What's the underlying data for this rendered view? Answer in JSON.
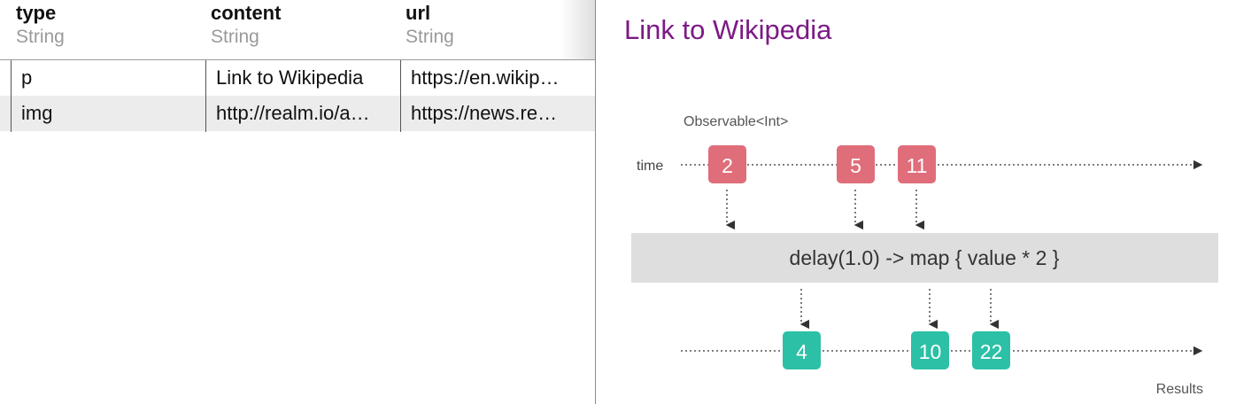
{
  "table": {
    "columns": [
      {
        "name": "type",
        "type": "String"
      },
      {
        "name": "content",
        "type": "String"
      },
      {
        "name": "url",
        "type": "String"
      }
    ],
    "rows": [
      {
        "type": "p",
        "content": "Link to Wikipedia",
        "url": "https://en.wikip…"
      },
      {
        "type": "img",
        "content": "http://realm.io/a…",
        "url": "https://news.re…"
      }
    ]
  },
  "preview": {
    "title": "Link to Wikipedia",
    "title_color": "#7d1a86",
    "diagram": {
      "top_label": "Observable<Int>",
      "time_label": "time",
      "operator": "delay(1.0) -> map { value * 2 }",
      "bottom_label": "Results",
      "input_color": "#e06d7a",
      "output_color": "#2cc0a6",
      "inputs": [
        "2",
        "5",
        "11"
      ],
      "outputs": [
        "4",
        "10",
        "22"
      ]
    }
  }
}
